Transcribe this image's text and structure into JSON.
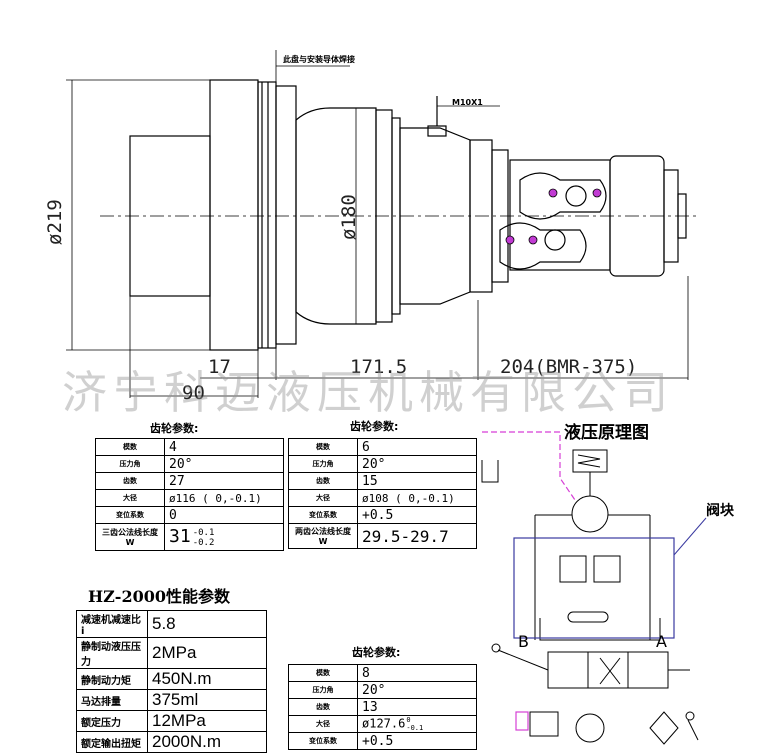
{
  "top_note": "此盘与安装导体焊接",
  "port_note": "M10X1",
  "dimensions": {
    "d219": "ø219",
    "d180": "ø180",
    "d17": "17",
    "d90": "90",
    "d171": "171.5",
    "d204": "204(BMR-375)"
  },
  "watermark": "济宁科迈液压机械有限公司",
  "gear1": {
    "title": "齿轮参数:",
    "rows": [
      {
        "k": "模数",
        "v": "4"
      },
      {
        "k": "压力角",
        "v": "20°"
      },
      {
        "k": "齿数",
        "v": "27"
      },
      {
        "k": "大径",
        "v": "ø116 ( 0,-0.1)"
      },
      {
        "k": "变位系数",
        "v": "0"
      },
      {
        "k": "三齿公法线长度W",
        "v": "31",
        "v_top": "-0.1",
        "v_bot": "-0.2"
      }
    ]
  },
  "gear2": {
    "title": "齿轮参数:",
    "rows": [
      {
        "k": "模数",
        "v": "6"
      },
      {
        "k": "压力角",
        "v": "20°"
      },
      {
        "k": "齿数",
        "v": "15"
      },
      {
        "k": "大径",
        "v": "ø108 ( 0,-0.1)"
      },
      {
        "k": "变位系数",
        "v": "+0.5"
      },
      {
        "k": "两齿公法线长度W",
        "v": "29.5-29.7"
      }
    ]
  },
  "gear3": {
    "title": "齿轮参数:",
    "rows": [
      {
        "k": "模数",
        "v": "8"
      },
      {
        "k": "压力角",
        "v": "20°"
      },
      {
        "k": "齿数",
        "v": "13"
      },
      {
        "k": "大径",
        "v": "ø127.6",
        "v_top": "0",
        "v_bot": "-0.1"
      },
      {
        "k": "变位系数",
        "v": "+0.5"
      }
    ]
  },
  "perf": {
    "title": "HZ-2000性能参数",
    "rows": [
      {
        "k": "减速机减速比i",
        "v": "5.8"
      },
      {
        "k": "静制动液压压力",
        "v": "2MPa"
      },
      {
        "k": "静制动力矩",
        "v": "450N.m"
      },
      {
        "k": "马达排量",
        "v": "375ml"
      },
      {
        "k": "额定压力",
        "v": "12MPa"
      },
      {
        "k": "额定输出扭矩",
        "v": "2000N.m"
      }
    ]
  },
  "hydraulic": {
    "title": "液压原理图",
    "block_label": "阀块",
    "port_b": "B",
    "port_a": "A"
  },
  "colors": {
    "line": "#000000",
    "magenta": "#d63fd6",
    "blue": "#3a3aa0",
    "watermark": "#969696"
  }
}
